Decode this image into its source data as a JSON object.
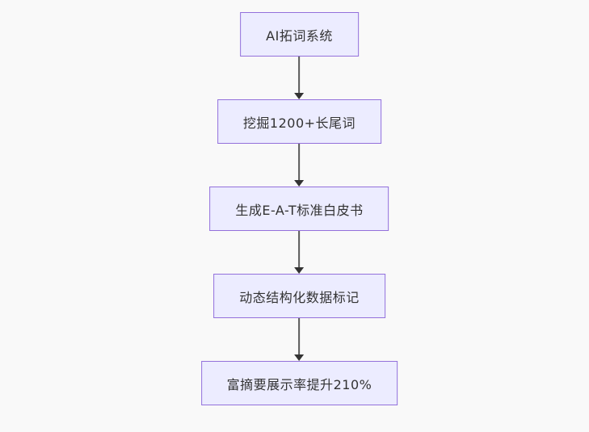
{
  "canvas": {
    "background": "#f9f9f9"
  },
  "flowchart": {
    "type": "vertical-flow",
    "style": {
      "node_fill": "#ECECFF",
      "node_border": "#9370DB",
      "node_text_color": "#333333",
      "edge_line_color": "#5a5a5a",
      "arrowhead_color": "#333333"
    },
    "nodes": [
      {
        "id": "step-1",
        "label": "AI拓词系统"
      },
      {
        "id": "step-2",
        "label": "挖掘1200+长尾词"
      },
      {
        "id": "step-3",
        "label": "生成E-A-T标准白皮书"
      },
      {
        "id": "step-4",
        "label": "动态结构化数据标记"
      },
      {
        "id": "step-5",
        "label": "富摘要展示率提升210%"
      }
    ],
    "edges": [
      {
        "from": "step-1",
        "to": "step-2"
      },
      {
        "from": "step-2",
        "to": "step-3"
      },
      {
        "from": "step-3",
        "to": "step-4"
      },
      {
        "from": "step-4",
        "to": "step-5"
      }
    ]
  }
}
